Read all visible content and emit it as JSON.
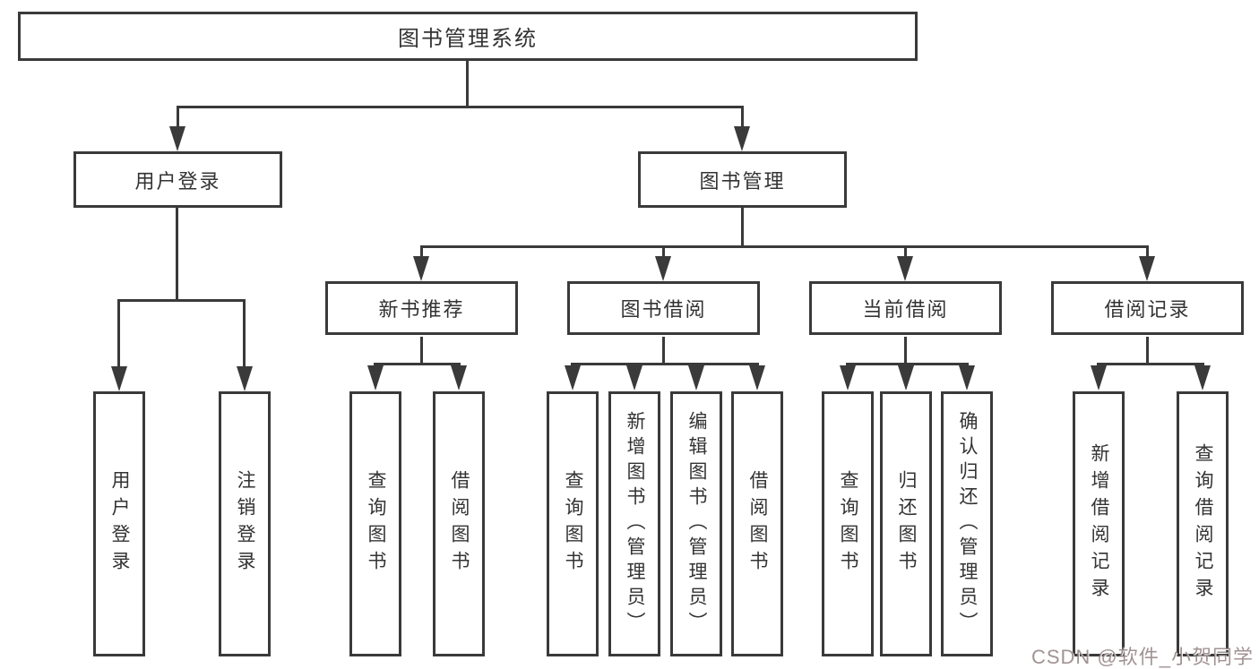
{
  "diagram": {
    "type": "hierarchy-tree",
    "root": {
      "label": "图书管理系统"
    },
    "branches": [
      {
        "label": "用户登录",
        "children": [
          {
            "label": "用户登录"
          },
          {
            "label": "注销登录"
          }
        ]
      },
      {
        "label": "图书管理",
        "children": [
          {
            "label": "新书推荐",
            "children": [
              {
                "label": "查询图书"
              },
              {
                "label": "借阅图书"
              }
            ]
          },
          {
            "label": "图书借阅",
            "children": [
              {
                "label": "查询图书"
              },
              {
                "label": "新增图书（管理员）"
              },
              {
                "label": "编辑图书（管理员）"
              },
              {
                "label": "借阅图书"
              }
            ]
          },
          {
            "label": "当前借阅",
            "children": [
              {
                "label": "查询图书"
              },
              {
                "label": "归还图书"
              },
              {
                "label": "确认归还（管理员）"
              }
            ]
          },
          {
            "label": "借阅记录",
            "children": [
              {
                "label": "新增借阅记录"
              },
              {
                "label": "查询借阅记录"
              }
            ]
          }
        ]
      }
    ]
  },
  "colors": {
    "line": "#3a3a3a",
    "box_border": "#3a3a3a",
    "text": "#333333",
    "background": "#ffffff",
    "watermark": "#928080"
  },
  "watermark": {
    "text": "CSDN @软件_小贺同学"
  }
}
